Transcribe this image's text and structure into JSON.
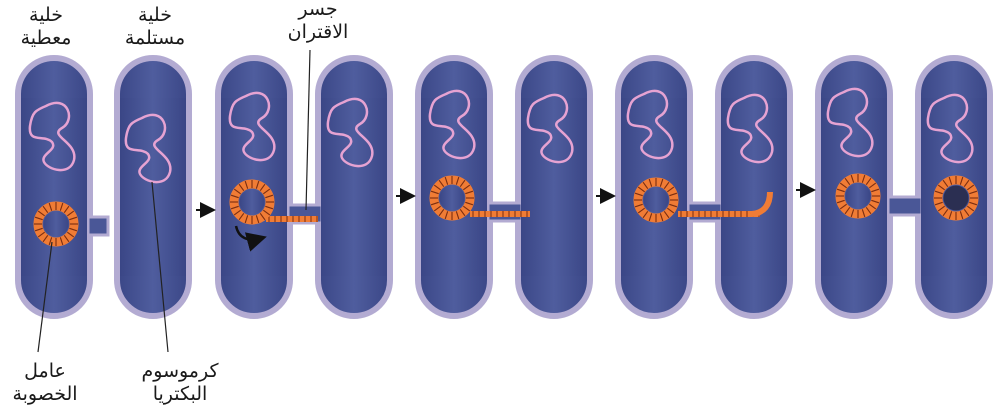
{
  "labels": {
    "donor_cell": [
      "خلية",
      "معطية"
    ],
    "recipient_cell": [
      "خلية",
      "مستلمة"
    ],
    "conjugation_bridge": [
      "جسر",
      "الاقتران"
    ],
    "fertility_factor": [
      "عامل",
      "الخصوبة"
    ],
    "bacterial_chromosome": [
      "كرموسوم",
      "البكتريا"
    ]
  },
  "colors": {
    "cell_fill": "#4a5797",
    "cell_wall": "#b3abd2",
    "chromosome": "#e6a3d2",
    "plasmid": "#f07c35",
    "leader_line": "#222222"
  },
  "stages": [
    {
      "stage": 1,
      "bridge": "short",
      "transfer": "none"
    },
    {
      "stage": 2,
      "bridge": "connected",
      "transfer": "single-strand begins"
    },
    {
      "stage": 3,
      "bridge": "connected",
      "transfer": "strand crossing"
    },
    {
      "stage": 4,
      "bridge": "connected",
      "transfer": "strand entering recipient"
    },
    {
      "stage": 5,
      "bridge": "connected",
      "transfer": "both cells carry plasmid"
    }
  ]
}
